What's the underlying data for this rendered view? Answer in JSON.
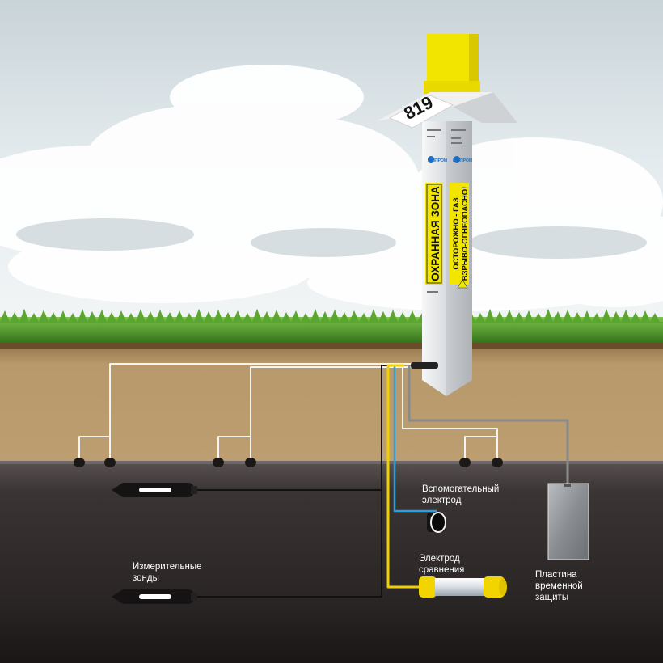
{
  "marker_post": {
    "number": "819",
    "zone_label": "ОХРАННАЯ ЗОНА",
    "warning_line1": "ОСТОРОЖНО - ГАЗ",
    "warning_line2": "ВЗРЫВО-ОГНЕОПАСНО!",
    "brand": "ГАЗПРОМ"
  },
  "labels": {
    "aux_electrode": [
      "Вспомогательный",
      "электрод"
    ],
    "probes": [
      "Измерительные",
      "зонды"
    ],
    "reference_electrode": [
      "Электрод",
      "сравнения"
    ],
    "temp_plate": [
      "Пластина",
      "временной",
      "защиты"
    ]
  },
  "colors": {
    "post_yellow": "#f2e500",
    "wire_yellow": "#f0d000",
    "wire_blue": "#2aa0e0",
    "wire_white": "#f4f4f4",
    "wire_gray": "#8a8a8a",
    "pipe": "#2e2a2a",
    "soil": "#b7986a",
    "grass": "#3f8a22"
  }
}
